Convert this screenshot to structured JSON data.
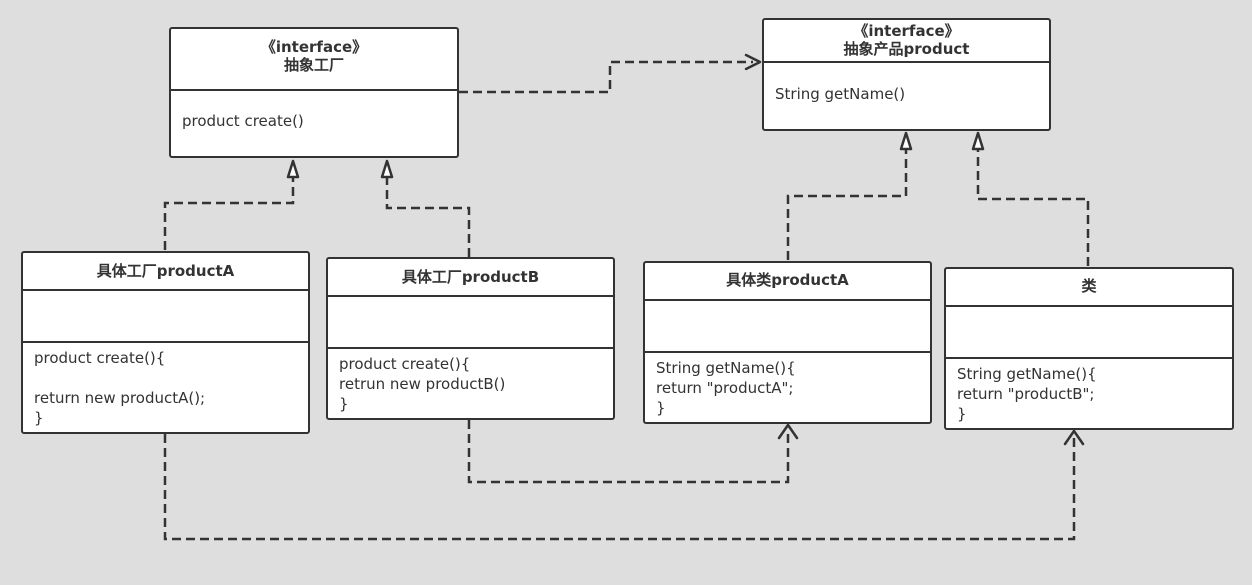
{
  "boxes": {
    "abstract_factory": {
      "stereotype": "《interface》",
      "name": "抽象工厂",
      "methods": [
        "product create()"
      ]
    },
    "abstract_product": {
      "stereotype": "《interface》",
      "name": "抽象产品product",
      "methods": [
        "String getName()"
      ]
    },
    "factory_a": {
      "name": "具体工厂productA",
      "methods": [
        "product create(){",
        "",
        "return new productA();",
        "}"
      ]
    },
    "factory_b": {
      "name": "具体工厂productB",
      "methods": [
        "product create(){",
        "retrun new productB()",
        "}"
      ]
    },
    "product_a": {
      "name": "具体类productA",
      "methods": [
        "String getName(){",
        "return \"productA\";",
        "}"
      ]
    },
    "product_b": {
      "name": "类",
      "methods": [
        "String getName(){",
        "return \"productB\";",
        "}"
      ]
    }
  },
  "colors": {
    "background": "#dedede",
    "line": "#333333",
    "box_fill": "#ffffff"
  }
}
